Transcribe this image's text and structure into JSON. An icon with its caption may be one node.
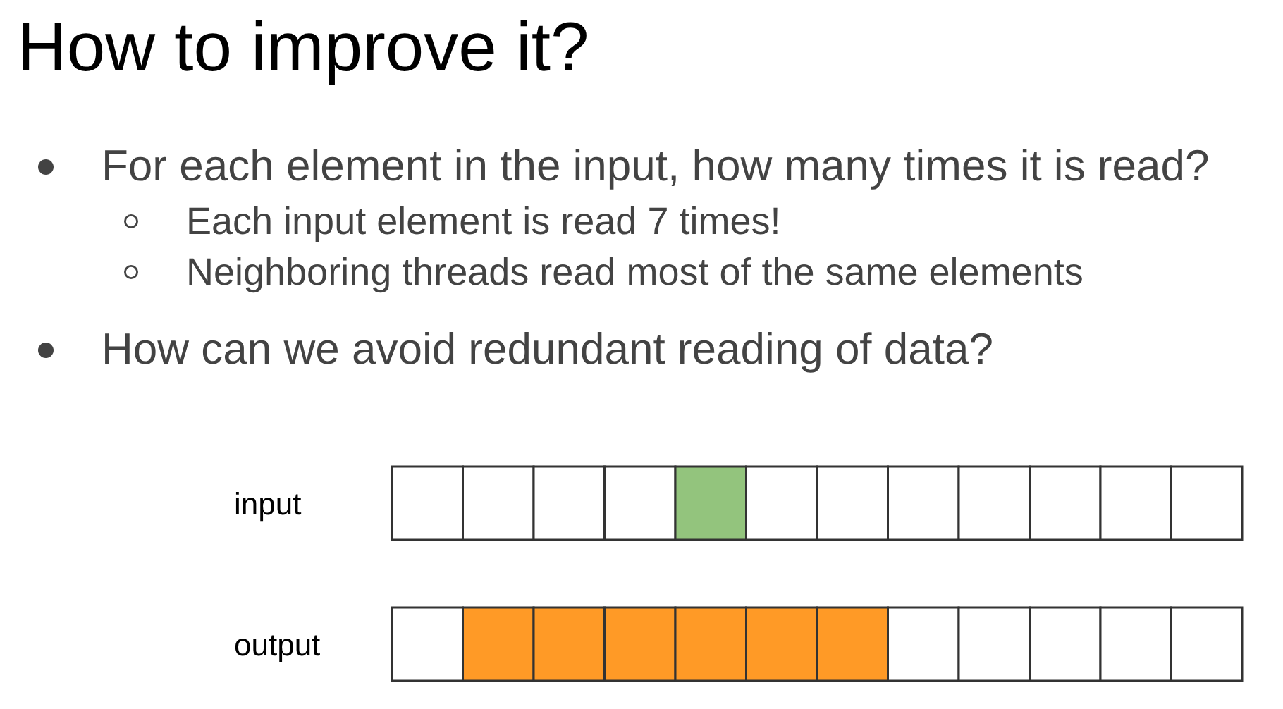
{
  "diagram": {
    "title": "How to improve it?",
    "labels": [
      "For each element in the input, how many times it is read?",
      "Each input element is read 7 times!",
      "Neighboring threads read most of the same elements",
      "How can we avoid redundant reading of data?",
      "input",
      "output"
    ]
  }
}
